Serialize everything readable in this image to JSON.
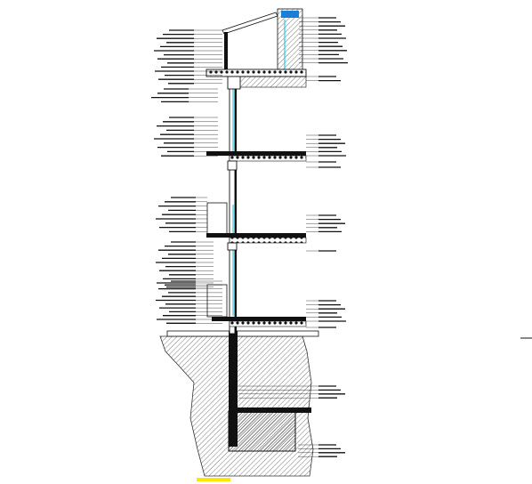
{
  "drawing": {
    "type": "wall section",
    "title": "",
    "title_bar_color": "#ffe600",
    "glazing_color": "#29c8e8",
    "roof_accent_color": "#1c7fd6",
    "line_color": "#111111",
    "floors": 4,
    "annotation_groups_left": [
      {
        "id": "roof-left",
        "count": 14
      },
      {
        "id": "slab1-left",
        "count": 4
      },
      {
        "id": "level2-left",
        "count": 10
      },
      {
        "id": "level3-left",
        "count": 9
      },
      {
        "id": "level4-left",
        "count": 12
      },
      {
        "id": "level5-left",
        "count": 12
      }
    ],
    "annotation_groups_right": [
      {
        "id": "roof-right",
        "count": 12
      },
      {
        "id": "slab1-right",
        "count": 2
      },
      {
        "id": "level2-right",
        "count": 6
      },
      {
        "id": "level2b-right",
        "count": 2
      },
      {
        "id": "level3-right",
        "count": 5
      },
      {
        "id": "level3b-right",
        "count": 1
      },
      {
        "id": "level4-right",
        "count": 6
      },
      {
        "id": "level4b-right",
        "count": 1
      },
      {
        "id": "foundation-right",
        "count": 4
      },
      {
        "id": "footing-right",
        "count": 4
      }
    ]
  }
}
